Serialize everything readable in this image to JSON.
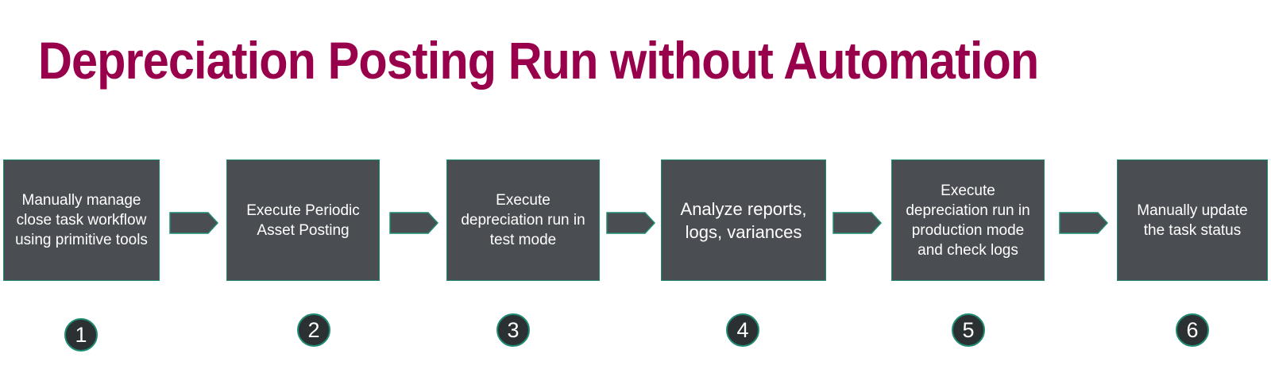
{
  "title": "Depreciation Posting Run without Automation",
  "steps": [
    {
      "number": "1",
      "text": "Manually manage close task workflow using primitive tools"
    },
    {
      "number": "2",
      "text": "Execute Periodic Asset Posting"
    },
    {
      "number": "3",
      "text": "Execute depreciation run in test mode"
    },
    {
      "number": "4",
      "text": "Analyze reports, logs, variances"
    },
    {
      "number": "5",
      "text": "Execute depreciation run in production mode and check logs"
    },
    {
      "number": "6",
      "text": "Manually update the task status"
    }
  ],
  "colors": {
    "title": "#99004c",
    "box_fill": "#4a4e52",
    "box_border": "#1f8a72",
    "badge_fill": "#2b3133"
  }
}
